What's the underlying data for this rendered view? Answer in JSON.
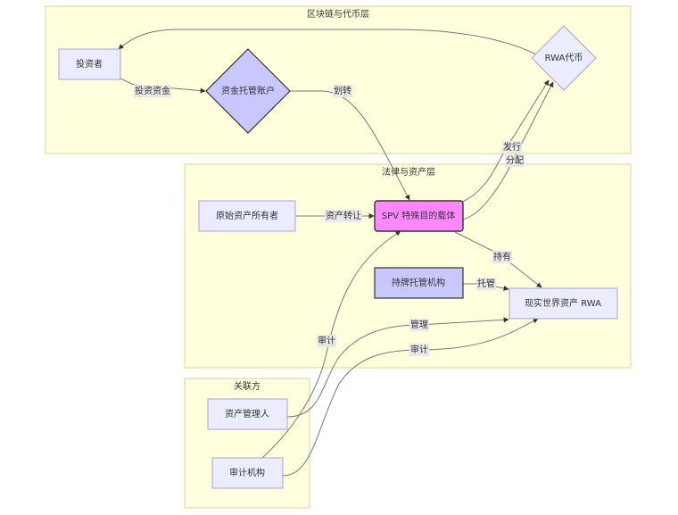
{
  "diagram": {
    "clusters": {
      "blockchain": "区块链与代币层",
      "legal": "法律与资产层",
      "related": "关联方"
    },
    "nodes": {
      "investor": "投资者",
      "escrow": "资金托管账户",
      "rwa_token": "RWA代币",
      "original_owner": "原始资产所有者",
      "spv": "SPV 特殊目的载体",
      "custodian": "持牌托管机构",
      "real_asset": "现实世界资产 RWA",
      "asset_manager": "资产管理人",
      "auditor": "审计机构"
    },
    "edges": {
      "investor_escrow": "投资资金",
      "escrow_spv": "划转",
      "spv_token_issue": "发行",
      "spv_token_dist": "分配",
      "owner_spv": "资产转让",
      "spv_asset": "持有",
      "custodian_asset": "托管",
      "manager_asset": "管理",
      "auditor_asset": "审计",
      "auditor_spv": "审计"
    },
    "colors": {
      "cluster_fill": "#ffffde",
      "node_fill": "#ececff",
      "spv_fill": "#ff88ff",
      "escrow_fill": "#c8c8ff"
    }
  }
}
